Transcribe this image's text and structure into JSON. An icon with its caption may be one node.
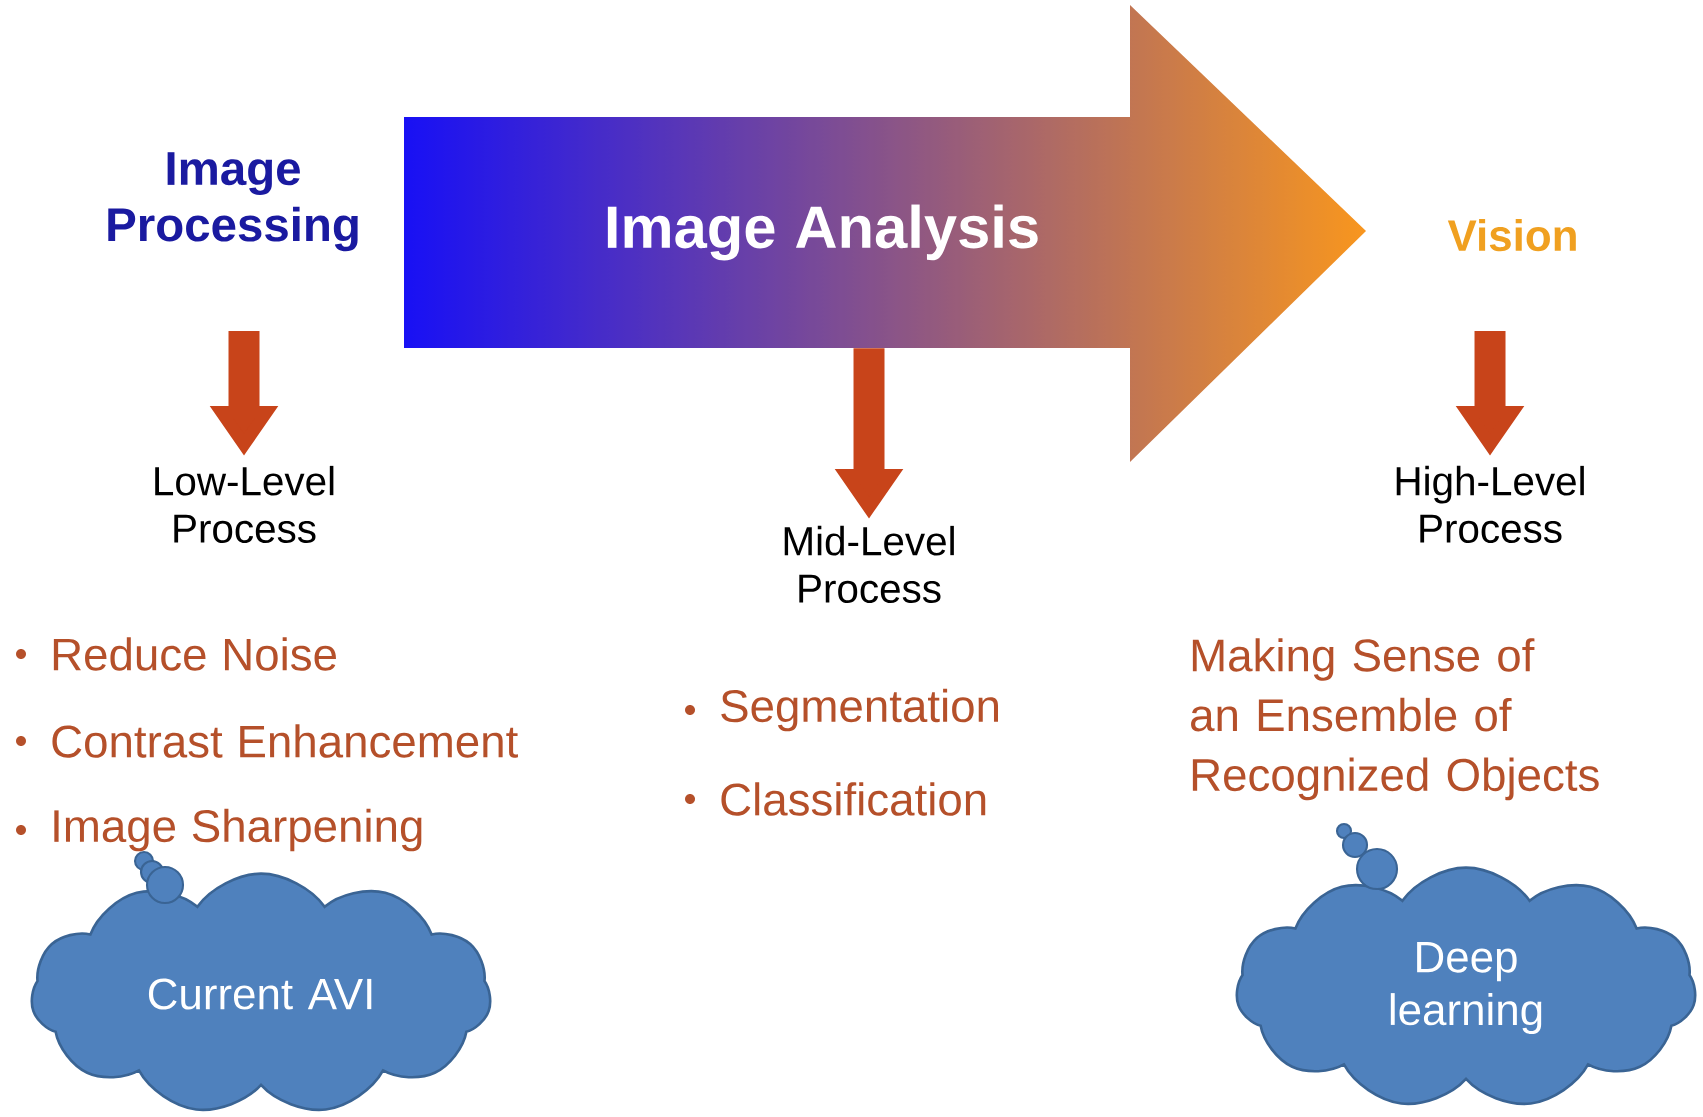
{
  "diagram": {
    "nodes": [
      {
        "text": [
          "Image Processing"
        ]
      },
      {
        "text": [
          "Image Analysis"
        ]
      },
      {
        "text": [
          "Vision"
        ]
      },
      {
        "text": [
          "Low-Level Process"
        ]
      },
      {
        "text": [
          "Mid-Level Process"
        ]
      },
      {
        "text": [
          "High-Level Process"
        ]
      },
      {
        "text": [
          "Current AVI"
        ]
      },
      {
        "text": [
          "Deep learning"
        ]
      }
    ],
    "edges": [
      {
        "from": 0,
        "to": 3,
        "arrow": "to"
      },
      {
        "from": 1,
        "to": 4,
        "arrow": "to"
      },
      {
        "from": 2,
        "to": 5,
        "arrow": "to"
      }
    ],
    "labels": [
      "Reduce Noise",
      "Contrast Enhancement",
      "Image Sharpening",
      "Segmentation",
      "Classification",
      "Making Sense of an Ensemble of Recognized Objects"
    ]
  }
}
